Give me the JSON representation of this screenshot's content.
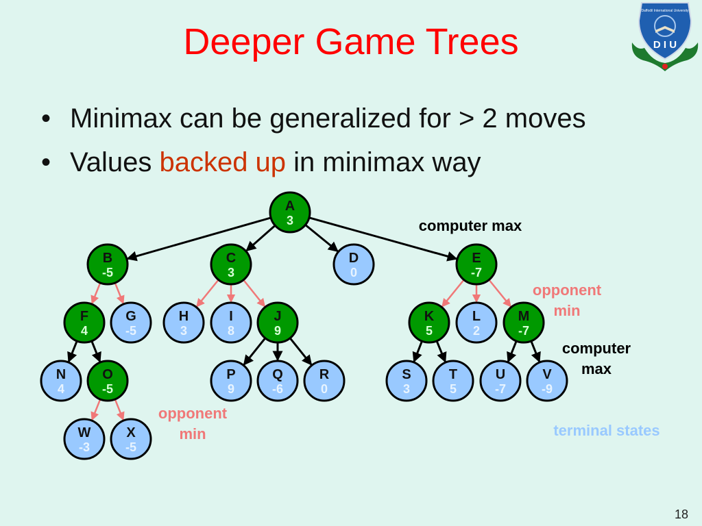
{
  "slide": {
    "title": "Deeper Game Trees",
    "page_number": "18",
    "logo": {
      "name": "Daffodil International University",
      "text": "D I U",
      "icon": "university-crest-icon"
    },
    "bullets": [
      {
        "parts": [
          {
            "text": "Minimax can be generalized for > 2 moves",
            "highlight": false
          }
        ]
      },
      {
        "parts": [
          {
            "text": "Values ",
            "highlight": false
          },
          {
            "text": "backed up",
            "highlight": true
          },
          {
            "text": " in minimax way",
            "highlight": false
          }
        ]
      }
    ],
    "colors": {
      "background": "#dff5ef",
      "title": "#ff0000",
      "highlight": "#cc3300",
      "max_node_fill": "#009900",
      "terminal_node_fill": "#99c9ff",
      "max_edge": "#000000",
      "min_edge": "#f07878",
      "annotation_min": "#f07878",
      "annotation_terminal": "#99c9ff"
    }
  },
  "tree": {
    "nodes": [
      {
        "id": "A",
        "value": "3",
        "type": "max"
      },
      {
        "id": "B",
        "value": "-5",
        "type": "max"
      },
      {
        "id": "C",
        "value": "3",
        "type": "max"
      },
      {
        "id": "D",
        "value": "0",
        "type": "terminal"
      },
      {
        "id": "E",
        "value": "-7",
        "type": "max"
      },
      {
        "id": "F",
        "value": "4",
        "type": "max"
      },
      {
        "id": "G",
        "value": "-5",
        "type": "terminal"
      },
      {
        "id": "H",
        "value": "3",
        "type": "terminal"
      },
      {
        "id": "I",
        "value": "8",
        "type": "terminal"
      },
      {
        "id": "J",
        "value": "9",
        "type": "max"
      },
      {
        "id": "K",
        "value": "5",
        "type": "max"
      },
      {
        "id": "L",
        "value": "2",
        "type": "terminal"
      },
      {
        "id": "M",
        "value": "-7",
        "type": "max"
      },
      {
        "id": "N",
        "value": "4",
        "type": "terminal"
      },
      {
        "id": "O",
        "value": "-5",
        "type": "max"
      },
      {
        "id": "P",
        "value": "9",
        "type": "terminal"
      },
      {
        "id": "Q",
        "value": "-6",
        "type": "terminal"
      },
      {
        "id": "R",
        "value": "0",
        "type": "terminal"
      },
      {
        "id": "S",
        "value": "3",
        "type": "terminal"
      },
      {
        "id": "T",
        "value": "5",
        "type": "terminal"
      },
      {
        "id": "U",
        "value": "-7",
        "type": "terminal"
      },
      {
        "id": "V",
        "value": "-9",
        "type": "terminal"
      },
      {
        "id": "W",
        "value": "-3",
        "type": "terminal"
      },
      {
        "id": "X",
        "value": "-5",
        "type": "terminal"
      }
    ],
    "edges": [
      {
        "from": "A",
        "to": "B",
        "kind": "max"
      },
      {
        "from": "A",
        "to": "C",
        "kind": "max"
      },
      {
        "from": "A",
        "to": "D",
        "kind": "max"
      },
      {
        "from": "A",
        "to": "E",
        "kind": "max"
      },
      {
        "from": "B",
        "to": "F",
        "kind": "min"
      },
      {
        "from": "B",
        "to": "G",
        "kind": "min"
      },
      {
        "from": "C",
        "to": "H",
        "kind": "min"
      },
      {
        "from": "C",
        "to": "I",
        "kind": "min"
      },
      {
        "from": "C",
        "to": "J",
        "kind": "min"
      },
      {
        "from": "E",
        "to": "K",
        "kind": "min"
      },
      {
        "from": "E",
        "to": "L",
        "kind": "min"
      },
      {
        "from": "E",
        "to": "M",
        "kind": "min"
      },
      {
        "from": "F",
        "to": "N",
        "kind": "max"
      },
      {
        "from": "F",
        "to": "O",
        "kind": "max"
      },
      {
        "from": "J",
        "to": "P",
        "kind": "max"
      },
      {
        "from": "J",
        "to": "Q",
        "kind": "max"
      },
      {
        "from": "J",
        "to": "R",
        "kind": "max"
      },
      {
        "from": "K",
        "to": "S",
        "kind": "max"
      },
      {
        "from": "K",
        "to": "T",
        "kind": "max"
      },
      {
        "from": "M",
        "to": "U",
        "kind": "max"
      },
      {
        "from": "M",
        "to": "V",
        "kind": "max"
      },
      {
        "from": "O",
        "to": "W",
        "kind": "min"
      },
      {
        "from": "O",
        "to": "X",
        "kind": "min"
      }
    ],
    "annotations": [
      {
        "id": "computer-max-top",
        "lines": [
          "computer max"
        ],
        "kind": "max"
      },
      {
        "id": "opponent-min-right",
        "lines": [
          "opponent",
          "min"
        ],
        "kind": "min"
      },
      {
        "id": "computer-max-right",
        "lines": [
          "computer",
          "max"
        ],
        "kind": "max"
      },
      {
        "id": "opponent-min-left",
        "lines": [
          "opponent",
          "min"
        ],
        "kind": "min"
      },
      {
        "id": "terminal-states",
        "lines": [
          "terminal states"
        ],
        "kind": "terminal"
      }
    ]
  }
}
